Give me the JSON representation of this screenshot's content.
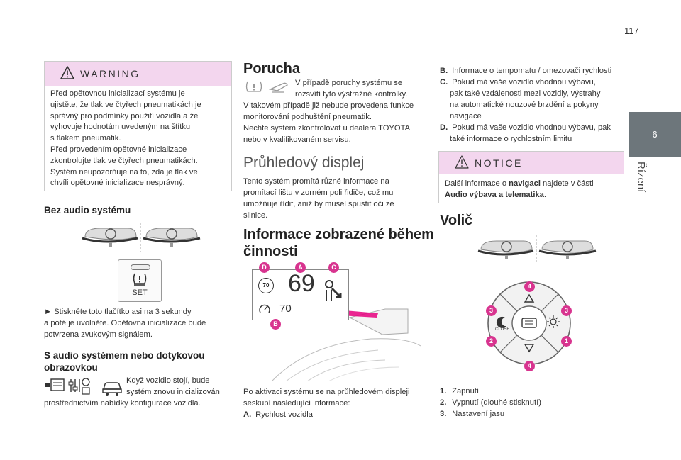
{
  "page_number": "117",
  "side_tab": {
    "number": "6",
    "label": "Řízení"
  },
  "warning": {
    "title": "WARNING",
    "text": "Před opětovnou inicializací systému je\nujistěte, že tlak ve čtyřech pneumatikách je\nsprávný pro podmínky použití vozidla a že\nvyhovuje hodnotám uvedeným na štítku\ns tlakem pneumatik.\nPřed provedením opětovné inicializace\nzkontrolujte tlak ve čtyřech pneumatikách.\nSystém neupozorňuje na to, zda je tlak ve\nchvíli opětovné inicializace nesprávný."
  },
  "no_audio": {
    "heading": "Bez audio systému",
    "button_label": "SET",
    "instruction_1": "► Stiskněte toto tlačítko asi na 3 sekundy",
    "instruction_2": "a poté je uvolněte. Opětovná inicializace bude",
    "instruction_3": "potvrzena zvukovým signálem."
  },
  "with_audio": {
    "heading_1": "S audio systémem nebo dotykovou",
    "heading_2": "obrazovkou",
    "text_1": "Když vozidlo stojí, bude",
    "text_2": "systém znovu inicializován",
    "text_3": "prostřednictvím nabídky konfigurace vozidla."
  },
  "fault": {
    "heading": "Porucha",
    "text_1": "V případě poruchy systému se",
    "text_2": "rozsvítí tyto výstražné kontrolky.",
    "text_3": "V takovém případě již nebude provedena funkce",
    "text_4": "monitorování podhuštění pneumatik.",
    "text_5": "Nechte systém zkontrolovat u dealera TOYOTA",
    "text_6": "nebo v kvalifikovaném servisu."
  },
  "hud": {
    "heading": "Průhledový displej",
    "text_1": "Tento systém promítá různé informace na",
    "text_2": "promítací lištu v zorném poli řidiče, což mu",
    "text_3": "umožňuje řídit, aniž by musel spustit oči ze",
    "text_4": "silnice."
  },
  "info": {
    "heading_1": "Informace zobrazené během",
    "heading_2": "činnosti",
    "display_speed": "69",
    "display_limit": "70",
    "display_cruise": "70",
    "callouts": {
      "a": "A",
      "b": "B",
      "c": "C",
      "d": "D"
    },
    "intro_1": "Po aktivaci systému se na průhledovém displeji",
    "intro_2": "seskupí následující informace:",
    "item_a_key": "A.",
    "item_a": "Rychlost vozidla"
  },
  "list_right": {
    "b_key": "B.",
    "b": "Informace o tempomatu / omezovači rychlosti",
    "c_key": "C.",
    "c_1": "Pokud má vaše vozidlo vhodnou výbavu,",
    "c_2": "pak také vzdálenosti mezi vozidly, výstrahy",
    "c_3": "na automatické nouzové brzdění a pokyny",
    "c_4": "navigace",
    "d_key": "D.",
    "d_1": "Pokud má vaše vozidlo vhodnou výbavu, pak",
    "d_2": "také informace o rychlostním limitu"
  },
  "notice": {
    "title": "NOTICE",
    "text_pre": "Další informace o ",
    "text_bold1": "navigaci",
    "text_mid": " najdete v části",
    "text_bold2": "Audio výbava a telematika",
    "text_post": "."
  },
  "selector": {
    "heading": "Volič",
    "dial_close": "CLOSE",
    "badges": [
      "4",
      "3",
      "3",
      "2",
      "1",
      "4"
    ],
    "items": [
      {
        "num": "1.",
        "text": "Zapnutí"
      },
      {
        "num": "2.",
        "text": "Vypnutí (dlouhé stisknutí)"
      },
      {
        "num": "3.",
        "text": "Nastavení jasu"
      }
    ]
  },
  "colors": {
    "accent": "#e6007e",
    "callout": "#d8348f",
    "tab": "#6d767b",
    "warn_bg": "#f3d6ee"
  }
}
